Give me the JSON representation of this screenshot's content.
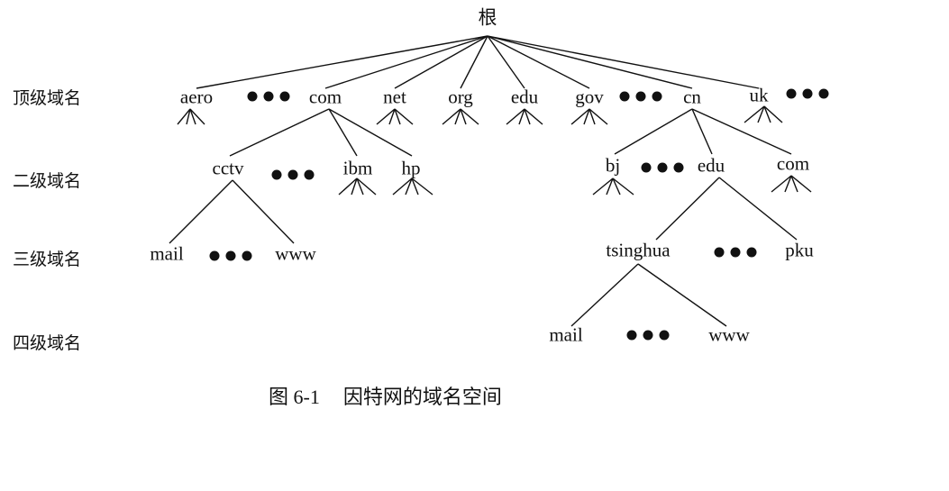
{
  "root": "根",
  "levels": {
    "top": "顶级域名",
    "second": "二级域名",
    "third": "三级域名",
    "fourth": "四级域名"
  },
  "top_domains": {
    "aero": "aero",
    "com": "com",
    "net": "net",
    "org": "org",
    "edu": "edu",
    "gov": "gov",
    "cn": "cn",
    "uk": "uk"
  },
  "second_domains": {
    "cctv": "cctv",
    "ibm": "ibm",
    "hp": "hp",
    "bj": "bj",
    "edu": "edu",
    "com": "com"
  },
  "third_domains": {
    "mail": "mail",
    "www": "www",
    "tsinghua": "tsinghua",
    "pku": "pku"
  },
  "fourth_domains": {
    "mail": "mail",
    "www": "www"
  },
  "caption": {
    "number": "图 6-1",
    "title": "因特网的域名空间"
  }
}
